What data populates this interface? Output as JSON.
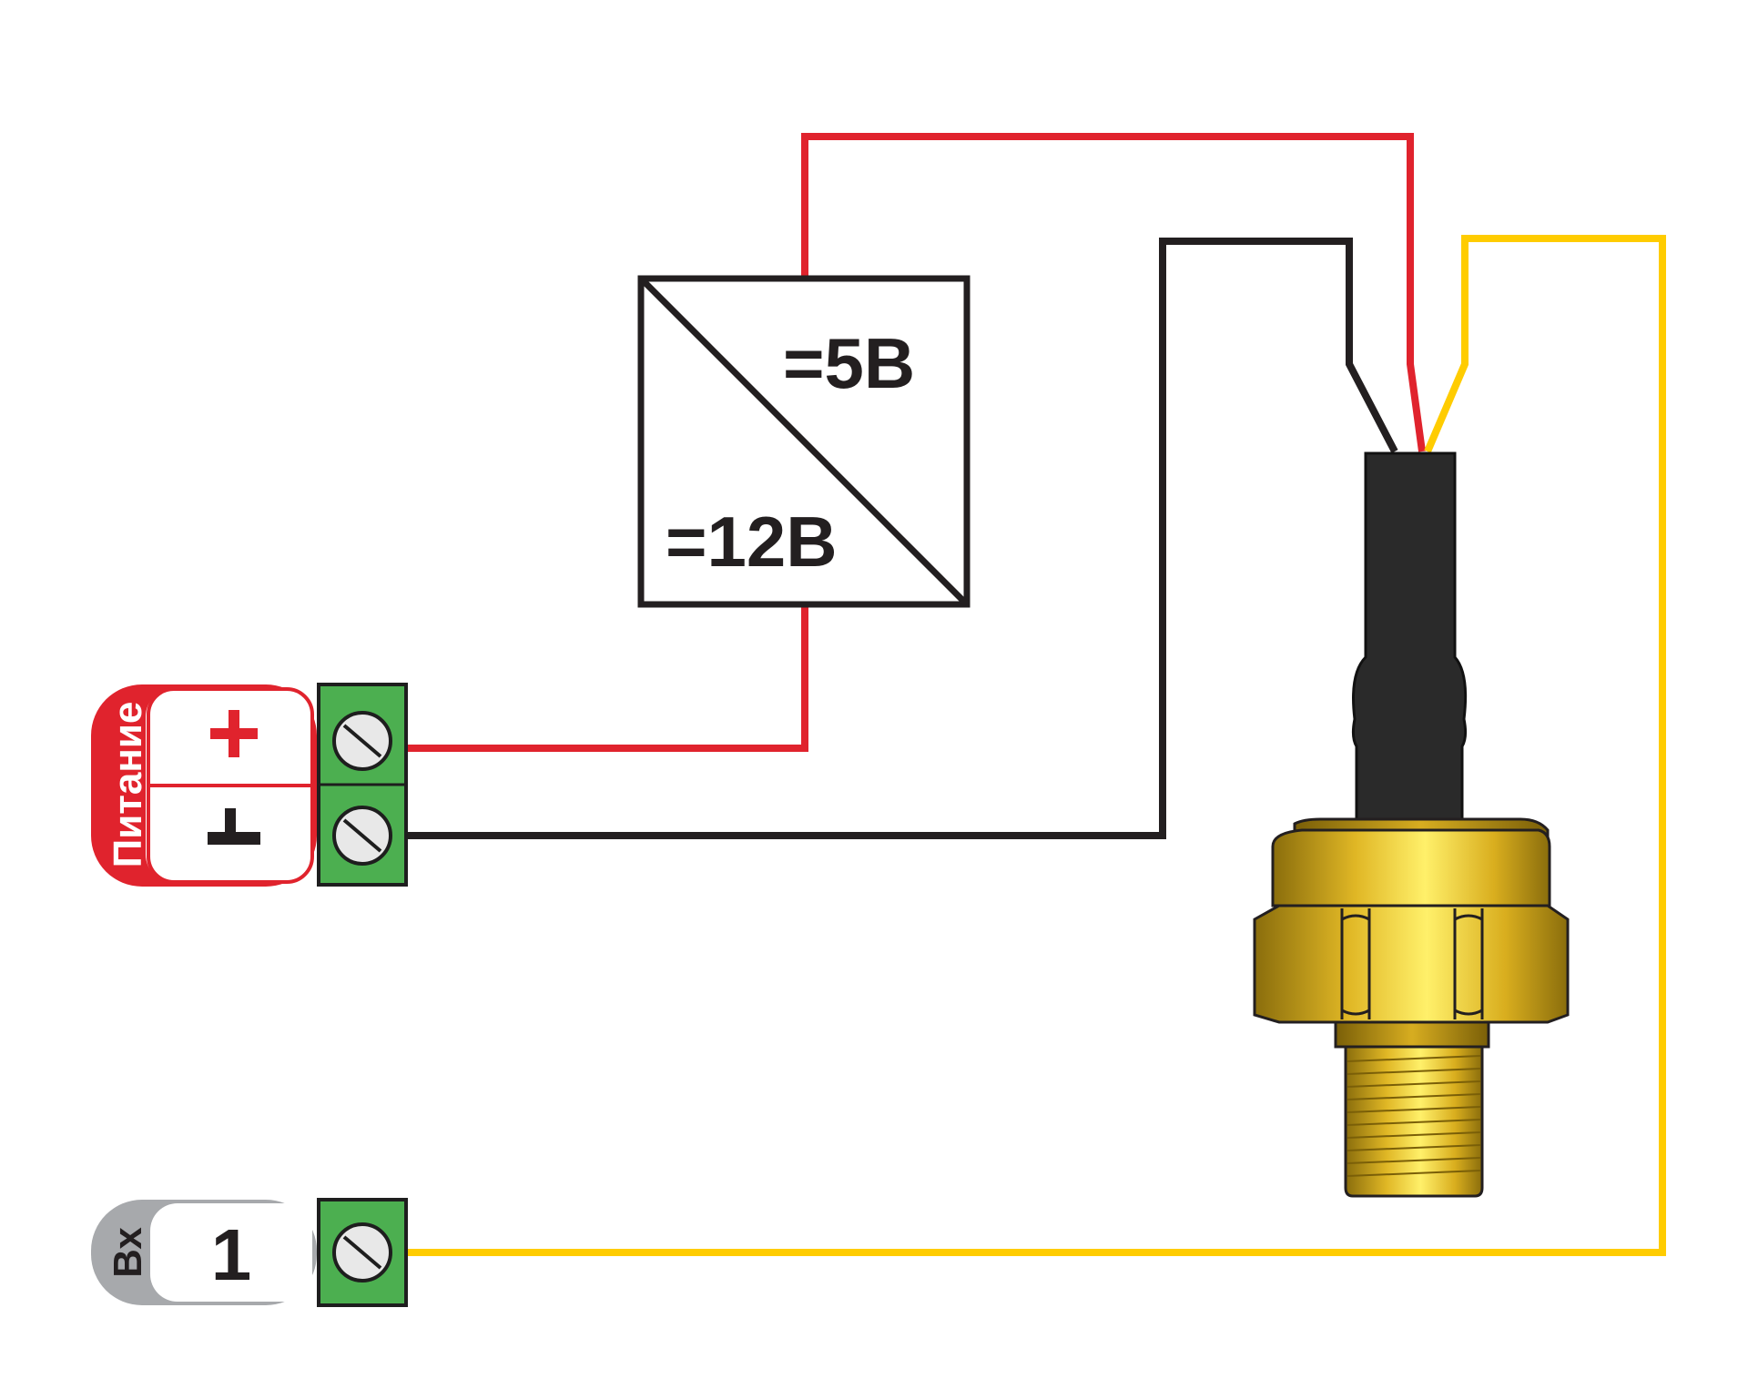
{
  "converter": {
    "output_label": "=5В",
    "input_label": "=12В"
  },
  "power_terminal": {
    "tab_label": "Питание",
    "plus_symbol": "+",
    "minus_symbol": "⊥"
  },
  "input_terminal": {
    "tab_label": "Вх",
    "number": "1"
  },
  "colors": {
    "wire_red": "#e0232d",
    "wire_black": "#231f20",
    "wire_yellow": "#ffcc00",
    "terminal_green": "#4caf50",
    "power_tab": "#e0232d",
    "input_tab": "#a7a9ac",
    "sensor_brass": "#f5d33a"
  }
}
